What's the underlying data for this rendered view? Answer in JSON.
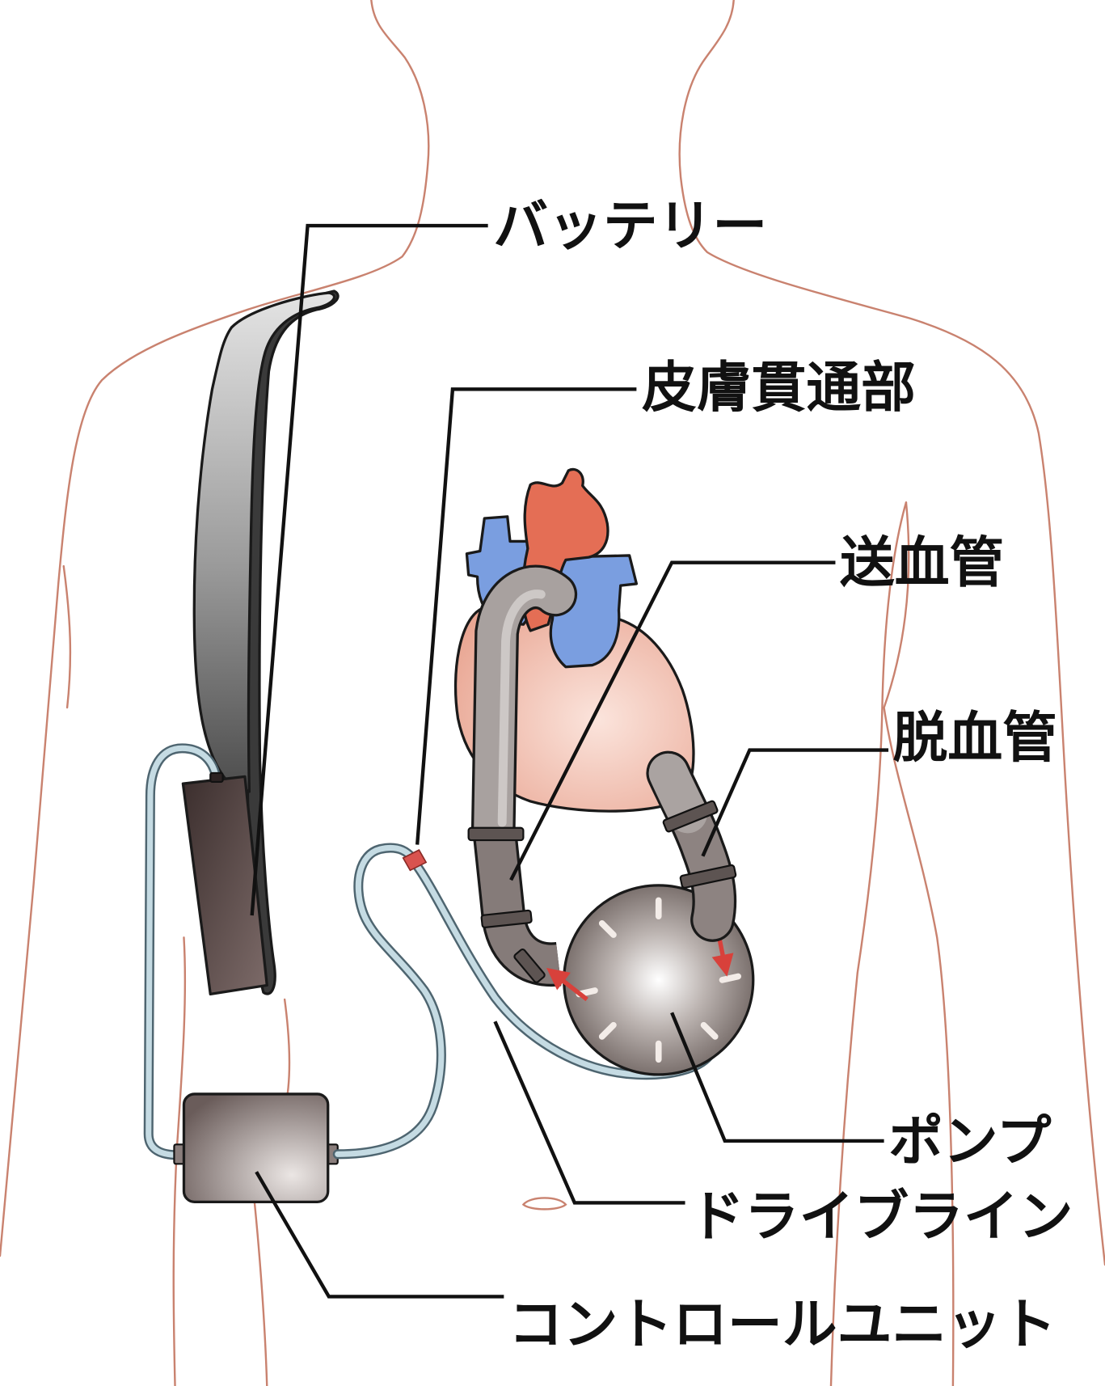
{
  "labels": {
    "battery": "バッテリー",
    "skin_exit": "皮膚貫通部",
    "outflow_cannula": "送血管",
    "inflow_cannula": "脱血管",
    "pump": "ポンプ",
    "driveline": "ドライブライン",
    "control_unit": "コントロールユニット"
  },
  "colors": {
    "body_outline": "#c9826f",
    "aorta": "#e46e55",
    "veins": "#7a9ee0",
    "heart": "#eeb3a3",
    "tube": "#c5dbe3",
    "skin_exit_marker": "#d9534f"
  }
}
